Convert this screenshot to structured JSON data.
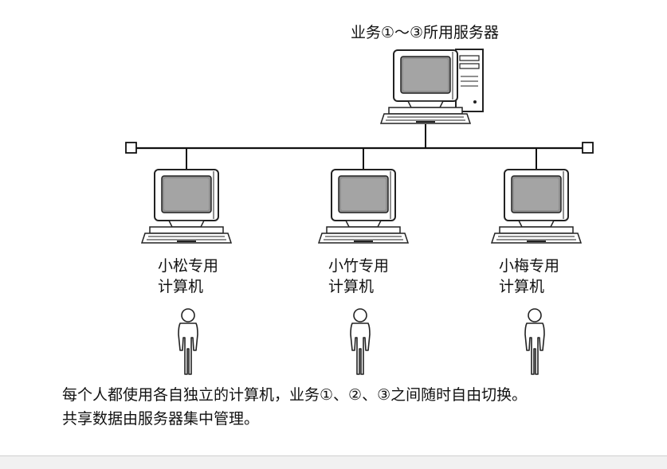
{
  "server": {
    "label": "业务①～③所用服务器"
  },
  "workstations": [
    {
      "line1": "小松专用",
      "line2": "计算机"
    },
    {
      "line1": "小竹专用",
      "line2": "计算机"
    },
    {
      "line1": "小梅专用",
      "line2": "计算机"
    }
  ],
  "caption": {
    "line1": "每个人都使用各自独立的计算机，业务①、②、③之间随时自由切换。",
    "line2": "共享数据由服务器集中管理。"
  }
}
